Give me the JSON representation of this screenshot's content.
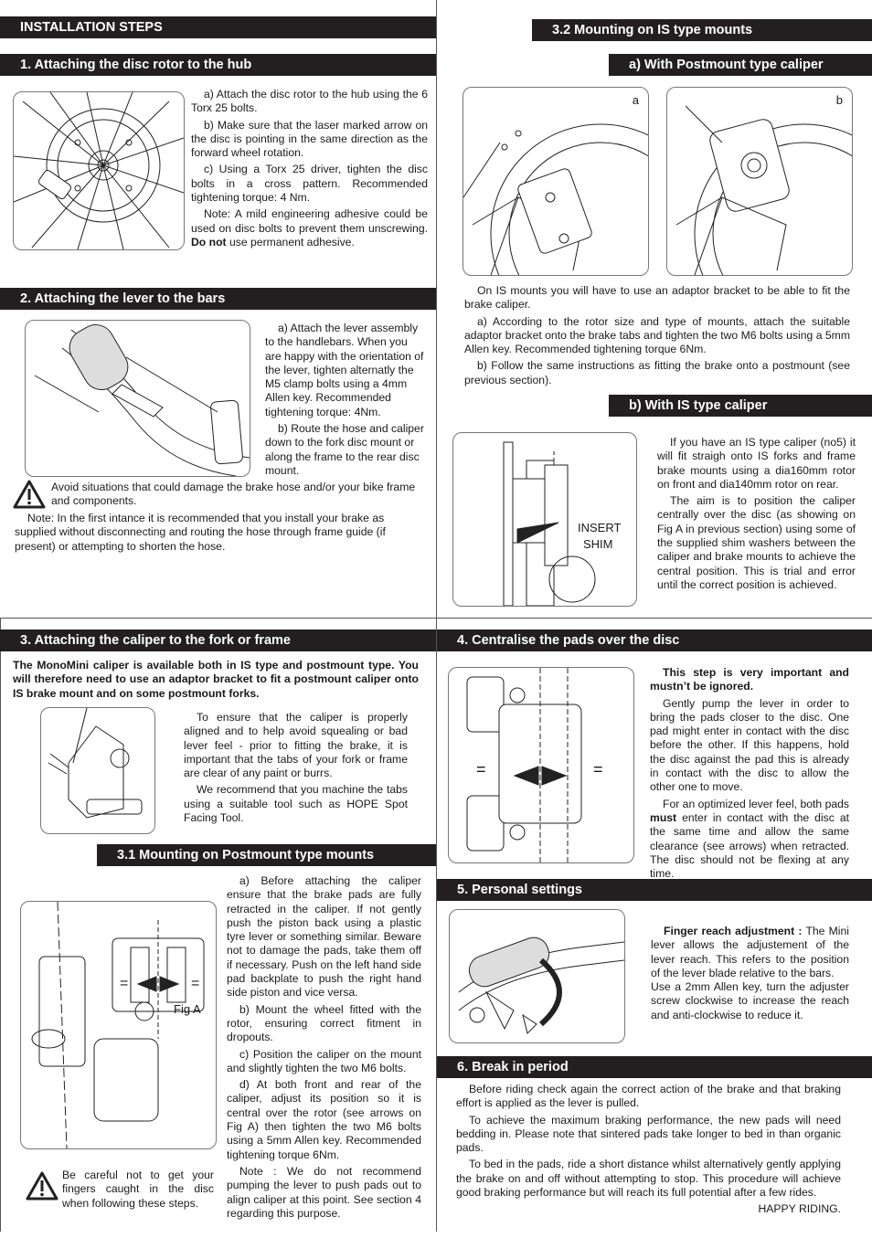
{
  "installation_steps": {
    "title": "INSTALLATION STEPS"
  },
  "s1": {
    "title": "1. Attaching the disc rotor to the hub",
    "paras": [
      "a) Attach the disc rotor to the hub using the 6 Torx 25 bolts.",
      "b) Make sure that the laser marked arrow on the disc is pointing in the same direction as the forward wheel rotation.",
      "c) Using a Torx 25 driver, tighten the disc bolts in a cross pattern. Recommended tightening torque: 4 Nm.",
      "Note: A mild engineering adhesive could be used on disc bolts to prevent them unscrewing."
    ],
    "note_bold": "Do not",
    "note_rest": " use permanent adhesive."
  },
  "s2": {
    "title": "2. Attaching the lever to the bars",
    "paras": [
      "a) Attach the lever assembly to the handlebars. When you are happy with the orientation of the lever, tighten alternatly the M5 clamp bolts using a 4mm Allen key. Recommended tightening torque: 4Nm.",
      "b) Route the hose and caliper down to the fork disc mount or along the frame to the rear disc mount."
    ],
    "warning": "Avoid situations that could damage the brake hose and/or your bike frame and components.",
    "note": "Note: In the first intance it is recommended that you install your brake as supplied without disconnecting and routing the hose through frame guide (if present) or attempting to shorten the hose."
  },
  "s32": {
    "title": "3.2 Mounting on IS type mounts",
    "sub_a": "a) With Postmount type caliper",
    "fig_a_label": "a",
    "fig_b_label": "b",
    "paras": [
      "On IS mounts you will have to use an adaptor bracket to be able to fit the brake caliper.",
      "a) According to the rotor size and type of mounts, attach the suitable adaptor bracket onto the brake tabs and tighten the two M6 bolts using a 5mm Allen key. Recommended tightening torque 6Nm.",
      "b) Follow the same instructions as fitting the brake onto a postmount (see previous section)."
    ],
    "sub_b": "b) With IS type caliper",
    "shim_label_1": "INSERT",
    "shim_label_2": "SHIM",
    "paras_b": [
      "If you have an IS type caliper (no5) it will fit straigh onto IS forks and frame brake mounts using a dia160mm rotor on front and dia140mm rotor on rear.",
      "The aim is to position the caliper centrally over the disc (as showing on Fig A in previous section) using some of the supplied shim washers between the caliper and brake mounts to achieve the central position. This is  trial and error until the correct position is achieved."
    ]
  },
  "s3": {
    "title": "3. Attaching the caliper to the fork or frame",
    "intro": "The MonoMini caliper is available both in IS type and  postmount type. You will therefore need to use an adaptor bracket to fit a postmount caliper onto IS brake mount and on some postmount forks.",
    "paras": [
      "To ensure that the caliper is properly aligned and to help avoid squealing or bad lever feel - prior to fitting the brake, it is important that the tabs of your fork or frame are clear of any paint or burrs.",
      "We recommend that you machine the tabs using a suitable tool such as HOPE Spot Facing Tool."
    ]
  },
  "s31": {
    "title": "3.1 Mounting on Postmount type mounts",
    "fig_label": "Fig A",
    "paras": [
      "a) Before attaching the caliper ensure that the brake pads are fully retracted in the caliper. If not gently push the piston back using a plastic tyre lever or something similar. Beware not to damage the pads, take them off if necessary. Push on the left hand side pad backplate to push the right hand side piston and vice versa.",
      "b) Mount the wheel fitted with the rotor, ensuring correct fitment in dropouts.",
      "c) Position the caliper on the mount and slightly tighten the two M6 bolts.",
      "d) At both front and rear of the caliper, adjust its position so it is central over the rotor (see arrows on Fig A) then tighten the two M6 bolts using a 5mm Allen key. Recommended tightening torque 6Nm.",
      "Note : We do not recommend pumping the lever to push pads out to align caliper at this point. See section 4 regarding this purpose."
    ],
    "warning": "Be careful not to get your fingers caught in the disc when following these steps."
  },
  "s4": {
    "title": "4. Centralise the pads over the disc",
    "bold_intro": "This step is very important and mustn’t be ignored.",
    "para1": "Gently pump the lever in order to bring the pads closer to the disc. One pad might enter in contact with the disc before the other. If this happens, hold the disc against the pad this is already in contact with the disc to allow the other one to move.",
    "para2_a": "For an optimized lever feel, both pads ",
    "para2_bold": "must",
    "para2_b": " enter in contact with the disc at the same time and allow the same clearance (see arrows) when retracted. The disc should not be flexing at any time."
  },
  "s5": {
    "title": "5. Personal settings",
    "bold": "Finger reach adjustment :",
    "text1": " The Mini lever allows the adjustement of the lever reach. This refers to the position of the lever blade relative to the bars.",
    "text2": "Use a 2mm Allen key, turn the adjuster screw clockwise to increase the reach and anti-clockwise to reduce it."
  },
  "s6": {
    "title": "6. Break in period",
    "paras": [
      "Before riding check again the correct action of the brake and that braking effort is applied as the lever is pulled.",
      "To achieve the maximum braking performance, the new pads will need bedding in. Please note that sintered pads take longer to bed in than organic pads.",
      "To bed in the pads, ride a short distance whilst alternatively gently applying the brake on and off without attempting to stop. This procedure will achieve good braking performance but will reach its full potential after a few rides."
    ],
    "signoff": "HAPPY RIDING."
  }
}
